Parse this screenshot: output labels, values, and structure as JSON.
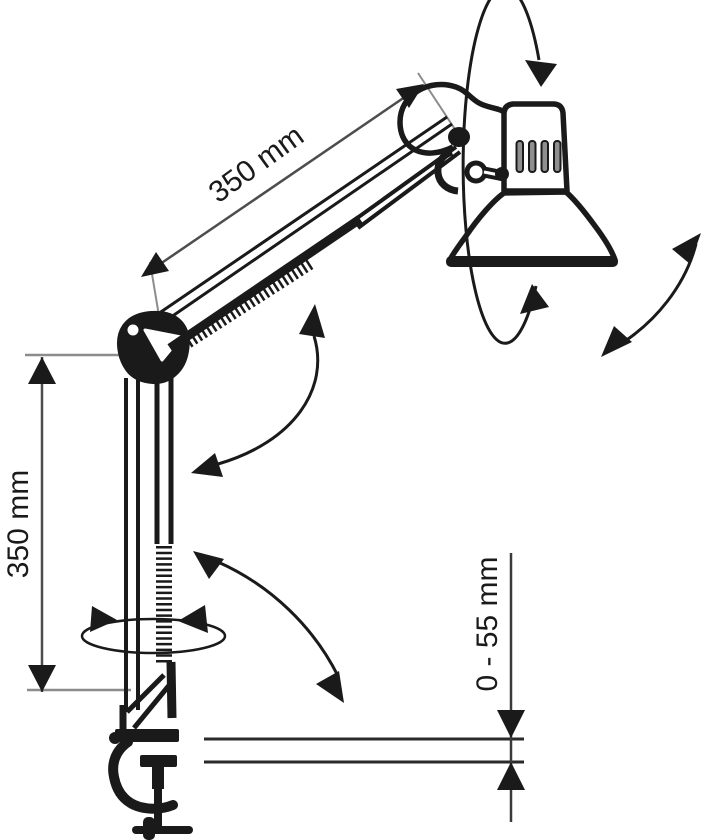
{
  "diagram": {
    "kind": "technical-line-drawing",
    "subject": "articulated clamp-mount desk lamp with dimension annotations",
    "background_color": "#ffffff",
    "ink_color": "#1a1a1a",
    "dimension_line_color": "#4d4d4d",
    "extension_line_color": "#8c8c8c",
    "vent_slot_color": "#8f8f8f",
    "dimensions": {
      "upper_arm_length": {
        "label": "350 mm",
        "orientation": "diagonal along upper arm"
      },
      "lower_arm_length": {
        "label": "350 mm",
        "orientation": "vertical at left edge"
      },
      "clamp_range": {
        "label": "0 - 55 mm",
        "orientation": "vertical at table edge"
      }
    },
    "arrows": [
      {
        "name": "head-spin-rotation-arrow",
        "shape": "tall ellipse with two arrowheads around lamp head"
      },
      {
        "name": "head-tilt-rotation-arrow",
        "shape": "double-headed arc right of shade"
      },
      {
        "name": "forearm-swing-rotation-arrow",
        "shape": "double-headed arc at elbow"
      },
      {
        "name": "lower-arm-swing-rotation-arrow",
        "shape": "double-headed arc beside lower arm"
      },
      {
        "name": "base-swivel-rotation-arrow",
        "shape": "flat ellipse with two arrowheads around lower arm"
      }
    ],
    "parts": [
      "lamp head cap with vent slots",
      "bell shade",
      "upper spring arm",
      "elbow knuckle joint",
      "lower spring arm",
      "swivel base",
      "table clamp with T-screw",
      "table surface lines"
    ]
  }
}
